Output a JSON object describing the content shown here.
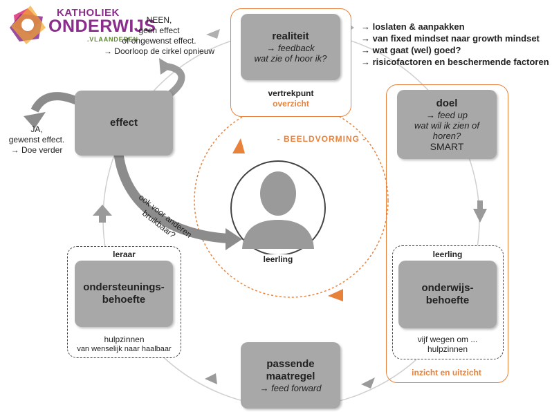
{
  "logo": {
    "line1": "KATHOLIEK",
    "line2": "ONDERWIJS",
    "line3": ".VLAANDEREN"
  },
  "top_left_note": {
    "line1": "NEEN,",
    "line2": "geen effect",
    "line3": "of ongewenst effect.",
    "line4": "→ Doorloop de cirkel opnieuw"
  },
  "left_note": {
    "line1": "JA,",
    "line2": "gewenst effect.",
    "line3": "→ Doe verder"
  },
  "realiteit": {
    "title": "realiteit",
    "sub1": "→ feedback",
    "sub2": "wat zie of hoor ik?",
    "frame_label": "vertrekpunt",
    "frame_sublabel": "overzicht"
  },
  "bullets": [
    "→ loslaten & aanpakken",
    "→ van fixed mindset naar growth mindset",
    "→ wat gaat (wel) goed?",
    "→ risicofactoren en beschermende factoren"
  ],
  "doel": {
    "title": "doel",
    "sub1": "→ feed up",
    "sub2": "wat wil ik zien of",
    "sub3": "horen?",
    "sub4": "SMART"
  },
  "effect": {
    "title": "effect"
  },
  "curve_note": {
    "line1": "ook voor anderen",
    "line2": "bruikbaar?"
  },
  "beeldvorming": "- BEELDVORMING -",
  "center": {
    "label": "leerling"
  },
  "onderwijsbehoefte": {
    "header": "leerling",
    "title1": "onderwijs-",
    "title2": "behoefte",
    "foot1": "vijf wegen om ...",
    "foot2": "hulpzinnen",
    "frame_label": "inzicht en uitzicht"
  },
  "ondersteuning": {
    "header": "leraar",
    "title1": "ondersteunings-",
    "title2": "behoefte",
    "foot1": "hulpzinnen",
    "foot2": "van wenselijk naar haalbaar"
  },
  "maatregel": {
    "title1": "passende",
    "title2": "maatregel",
    "sub": "→ feed forward"
  },
  "colors": {
    "accent": "#e8823a",
    "box": "#a8a8a8",
    "arrow": "#8c8c8c",
    "logo_purple": "#8a2d8c"
  }
}
